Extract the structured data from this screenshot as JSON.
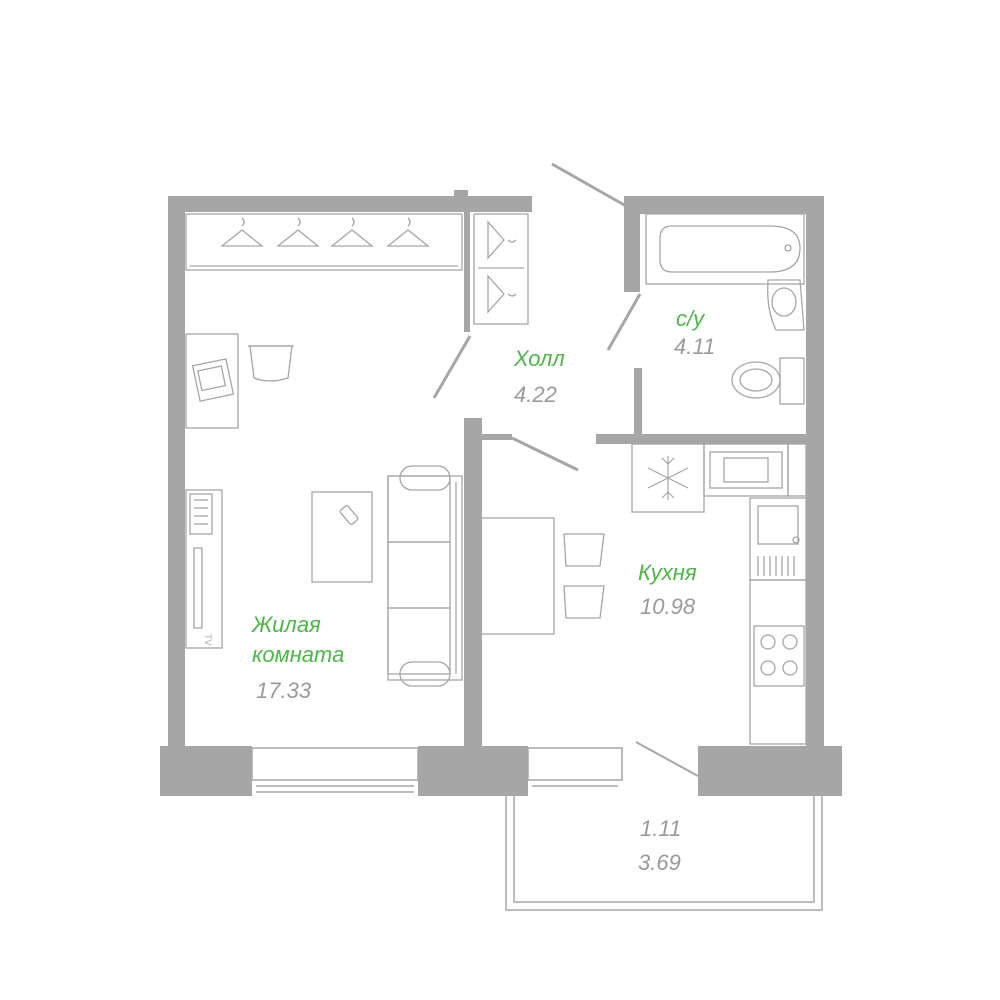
{
  "colors": {
    "wall": "#a6a6a6",
    "furniture_line": "#a6a6a6",
    "room_name": "#4cb748",
    "area_text": "#9a9a9a",
    "background": "#ffffff"
  },
  "rooms": {
    "living": {
      "name_line1": "Жилая",
      "name_line2": "комната",
      "area": "17.33"
    },
    "hall": {
      "name": "Холл",
      "area": "4.22"
    },
    "bathroom": {
      "name": "с/у",
      "area": "4.11"
    },
    "kitchen": {
      "name": "Кухня",
      "area": "10.98"
    },
    "balcony": {
      "area1": "1.11",
      "area2": "3.69"
    }
  },
  "furniture": {
    "tv_label": "TV"
  }
}
